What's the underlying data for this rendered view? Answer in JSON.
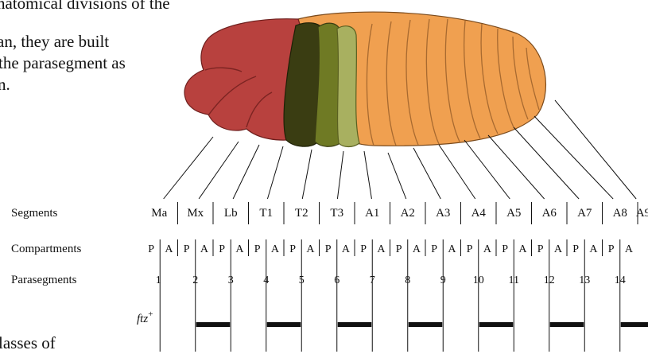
{
  "text_fragments": {
    "line1": "natomical divisions of the",
    "line2": "an, they are built",
    "line3": "the parasegment as",
    "line4": "n.",
    "line5": "lasses  of"
  },
  "row_labels": {
    "segments": "Segments",
    "compartments": "Compartments",
    "parasegments": "Parasegments",
    "gene": "ftz",
    "gene_sup": "+"
  },
  "segments": [
    "Ma",
    "Mx",
    "Lb",
    "T1",
    "T2",
    "T3",
    "A1",
    "A2",
    "A3",
    "A4",
    "A5",
    "A6",
    "A7",
    "A8",
    "A9"
  ],
  "compartments": [
    "P",
    "A",
    "P",
    "A",
    "P",
    "A",
    "P",
    "A",
    "P",
    "A",
    "P",
    "A",
    "P",
    "A",
    "P",
    "A",
    "P",
    "A",
    "P",
    "A",
    "P",
    "A",
    "P",
    "A",
    "P",
    "A",
    "P",
    "A"
  ],
  "parasegments": [
    "1",
    "2",
    "3",
    "4",
    "5",
    "6",
    "7",
    "8",
    "9",
    "10",
    "11",
    "12",
    "13",
    "14"
  ],
  "ftz_stripes_in_parasegments": [
    "2",
    "4",
    "6",
    "8",
    "10",
    "12",
    "14"
  ],
  "colors": {
    "head": "#b8413e",
    "head_dark": "#8c2a28",
    "thorax_1": "#3a3d12",
    "thorax_2": "#6f7a24",
    "thorax_3": "#a8b060",
    "abdomen": "#f0a050",
    "abdomen_line": "#a86a30",
    "ink": "#111111"
  }
}
